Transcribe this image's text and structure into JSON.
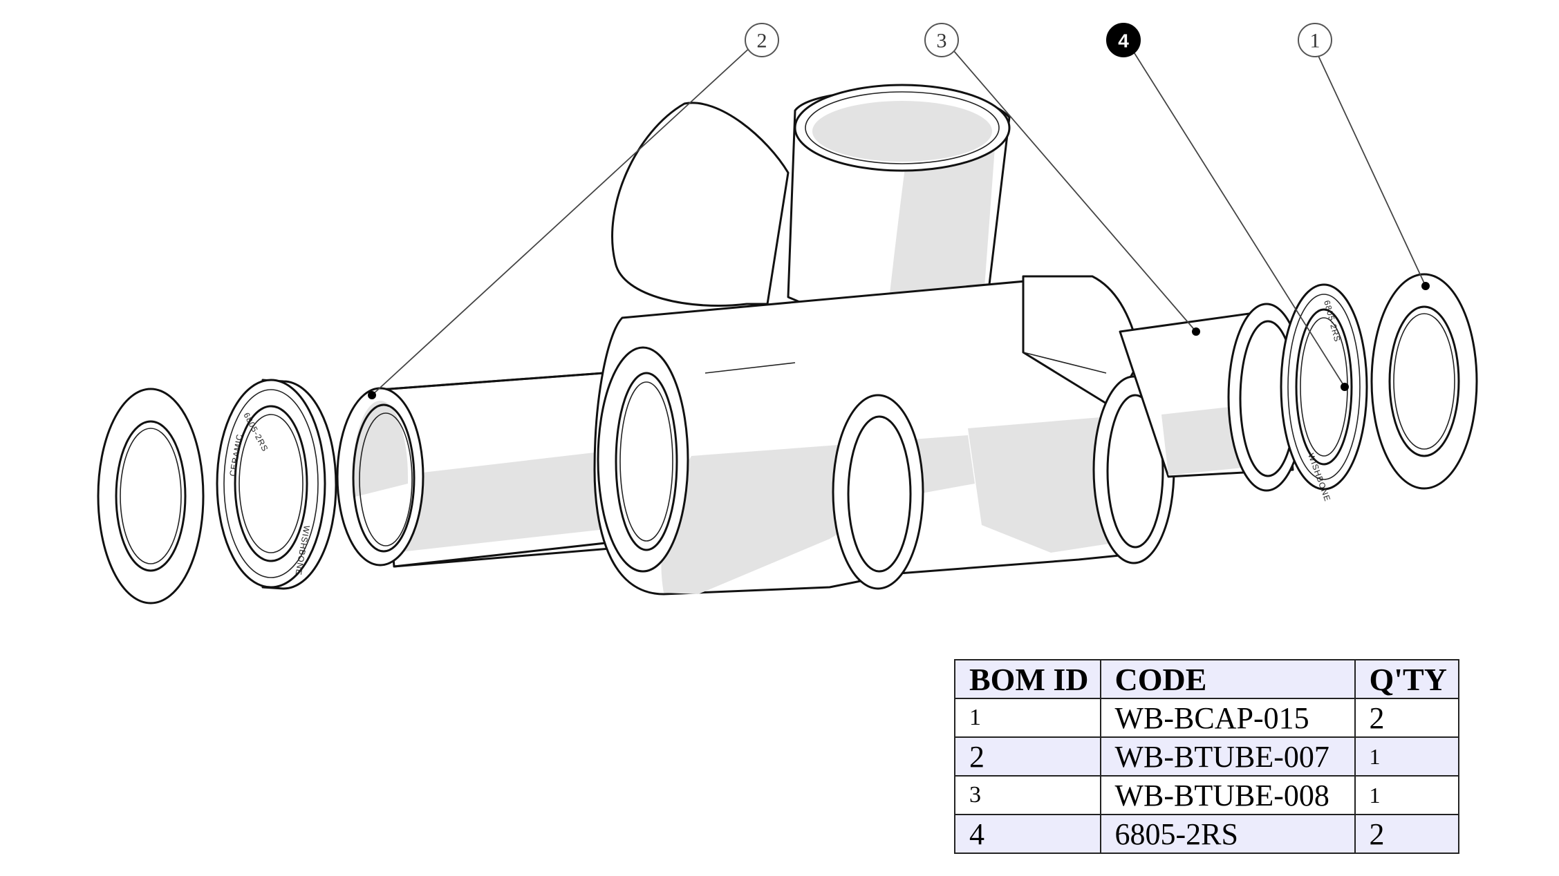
{
  "balloons": [
    {
      "id": "2",
      "style": "outline"
    },
    {
      "id": "3",
      "style": "outline"
    },
    {
      "id": "4",
      "style": "filled"
    },
    {
      "id": "1",
      "style": "outline"
    }
  ],
  "bearing_marks": {
    "left_outer": "CERAMIC",
    "left_model": "6805-2RS",
    "left_brand": "WISHBONE",
    "right_model": "6805-2RS",
    "right_brand": "WISHBONE"
  },
  "bom_table": {
    "headers": [
      "BOM ID",
      "CODE",
      "Q'TY"
    ],
    "rows": [
      {
        "id": "1",
        "code": "WB-BCAP-015",
        "qty": "2"
      },
      {
        "id": "2",
        "code": "WB-BTUBE-007",
        "qty": "1"
      },
      {
        "id": "3",
        "code": "WB-BTUBE-008",
        "qty": "1"
      },
      {
        "id": "4",
        "code": "6805-2RS",
        "qty": "2"
      }
    ]
  },
  "colors": {
    "header_bg": "#ececfc",
    "alt_row_bg": "#ececfc",
    "shade": "#e3e3e3",
    "line": "#111111",
    "highlight_balloon": "#000000"
  }
}
